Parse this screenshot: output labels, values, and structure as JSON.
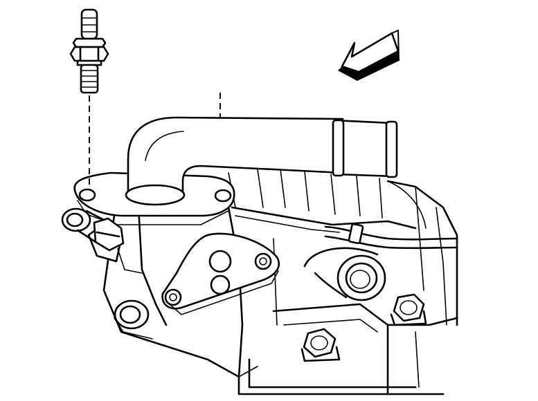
{
  "colors": {
    "ink": "#000000",
    "paper": "#ffffff"
  },
  "parts": {
    "stud_bolt": "stud-bolt",
    "direction_arrow": "front-arrow",
    "outlet_pipe": "coolant-outlet-pipe",
    "outlet_flange": "pipe-flange",
    "hose_neck": "hose-connector",
    "sensor": "temperature-sensor",
    "cover_plate": "egr-cover-plate",
    "housing": "cylinder-head-housing"
  }
}
